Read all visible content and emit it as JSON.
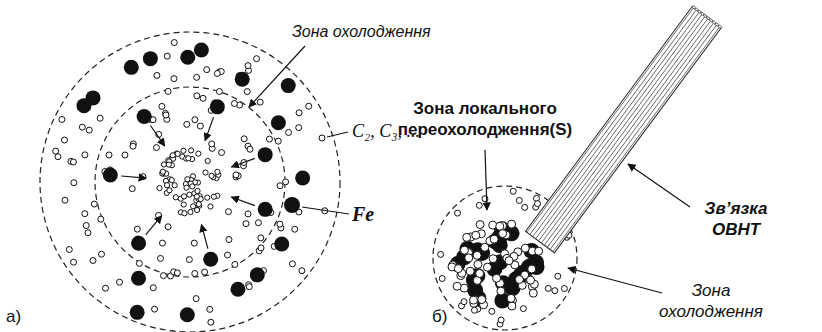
{
  "diagram": {
    "labels": [
      "Зона охолодження",
      "C₂, C₃, ...",
      "Fe",
      "а)",
      "Зона локального переохолодження(S)",
      "Зв’язка ОВНТ",
      "Зона охолодження",
      "б)"
    ]
  }
}
